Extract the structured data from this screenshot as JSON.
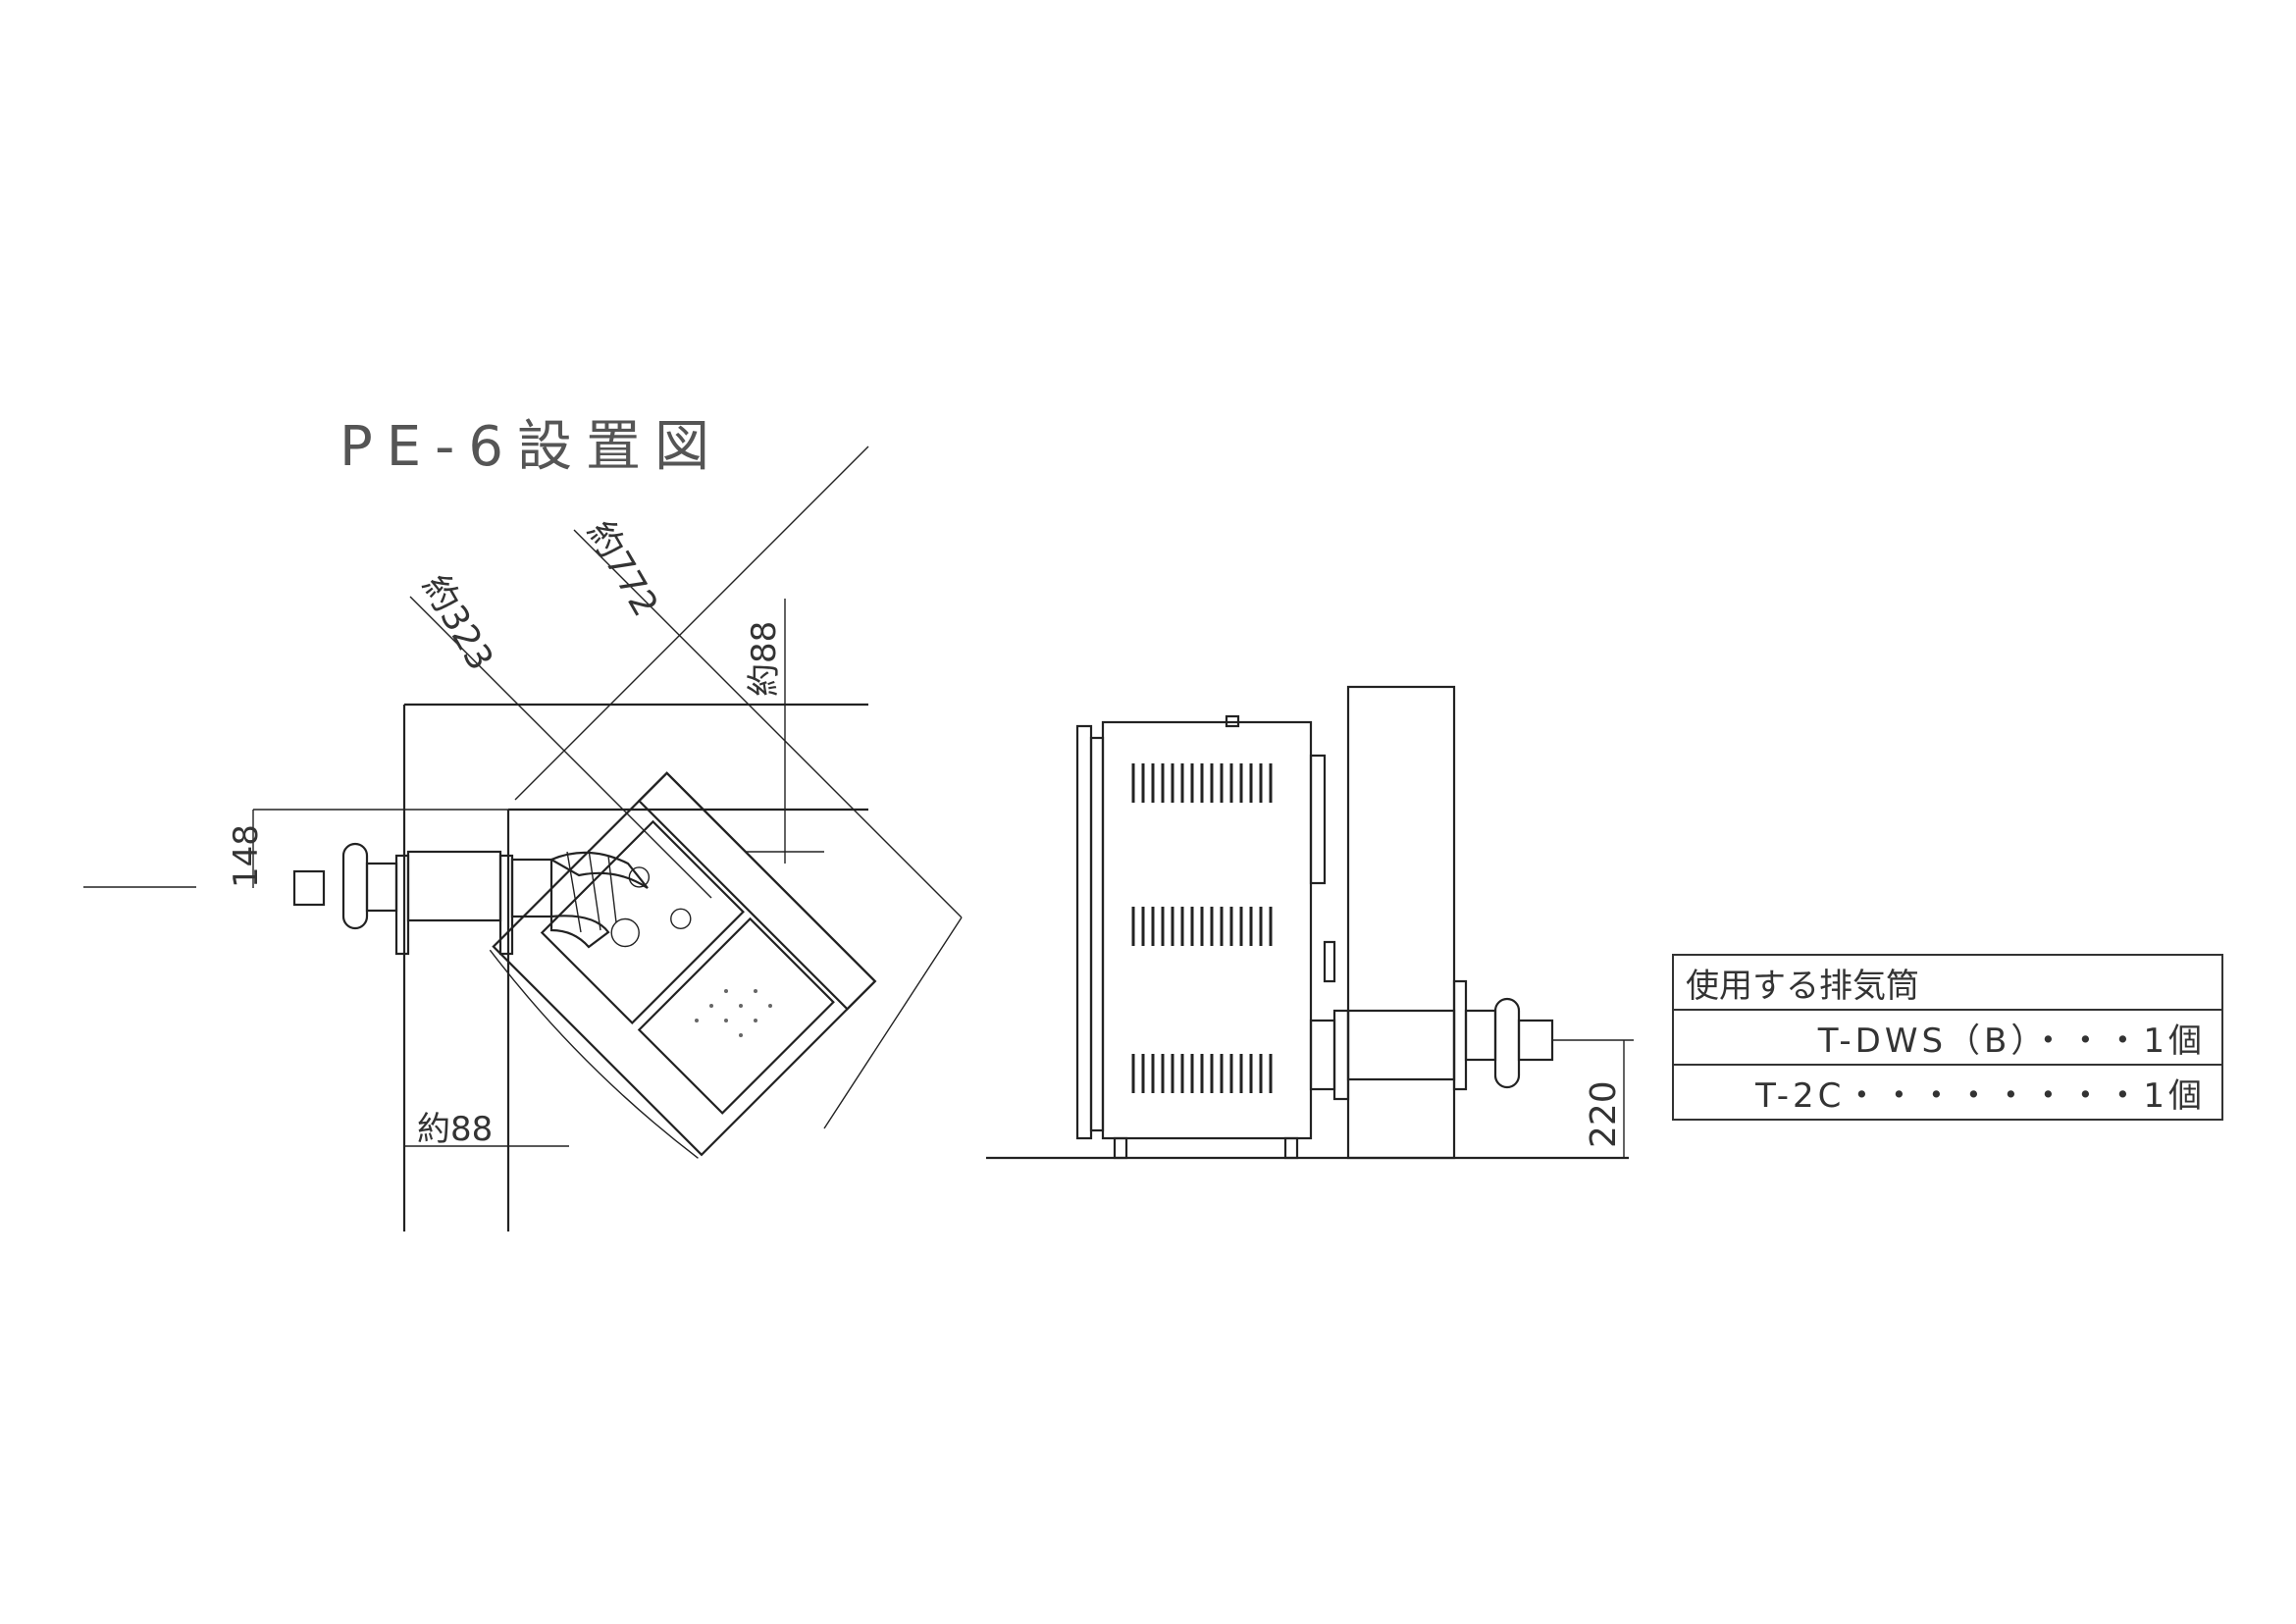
{
  "title": "PE-6設置図",
  "plan_view": {
    "dim_diag_323": "約323",
    "dim_diag_772": "約772",
    "dim_top_88": "約88",
    "dim_side_148": "148",
    "dim_bottom_88": "約88"
  },
  "side_view": {
    "dim_height_220": "220"
  },
  "parts_table": {
    "header": "使用する排気筒",
    "rows": [
      {
        "label": "T-DWS（B）・・・1個"
      },
      {
        "label": "T-2C・・・・・・・・1個"
      }
    ]
  },
  "icons": {
    "heater_plan": "heater-top-view-icon",
    "heater_side": "heater-side-view-icon",
    "exhaust_pipe": "exhaust-pipe-icon"
  }
}
